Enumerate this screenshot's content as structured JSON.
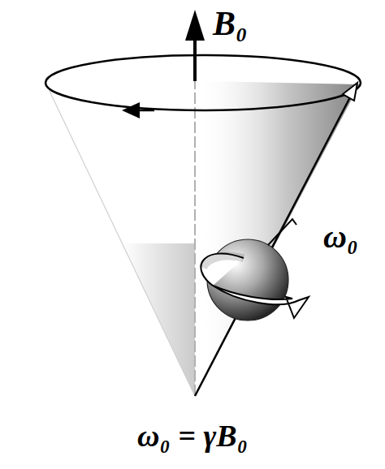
{
  "diagram": {
    "labels": [
      "B₀",
      "ω₀",
      "ω₀ = γB₀"
    ]
  }
}
